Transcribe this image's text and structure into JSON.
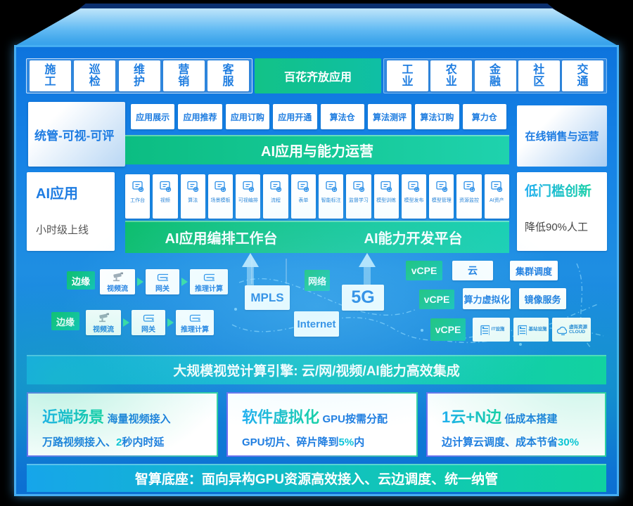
{
  "scene": {
    "top_apps": [
      "施工",
      "巡检",
      "维护",
      "营销",
      "客服"
    ],
    "bloom_label": "百花齐放应用",
    "industries": [
      "工业",
      "农业",
      "金融",
      "社区",
      "交通"
    ],
    "govern_label": "统管-可视-可评",
    "services": [
      "应用展示",
      "应用推荐",
      "应用订购",
      "应用开通",
      "算法仓",
      "算法测评",
      "算法订购",
      "算力仓"
    ],
    "ops_bar": "AI应用与能力运营",
    "online_sales": "在线销售与运营",
    "ai_app": {
      "title": "AI应用",
      "sub": "小时级上线"
    },
    "low_threshold": {
      "title": "低门槛创新",
      "sub": "降低90%人工"
    },
    "tools": [
      "工作台",
      "视频",
      "算法",
      "场景模板",
      "可视编排",
      "流程",
      "表单",
      "智能标注",
      "监督学习",
      "模型训练",
      "模型发布",
      "模型管理",
      "资源监控",
      "AI资产"
    ],
    "workbench_bar": "AI应用编排工作台",
    "dev_bar": "AI能力开发平台",
    "edge": {
      "label": "边缘",
      "chain": [
        "视频流",
        "网关",
        "推理计算"
      ]
    },
    "network": {
      "label": "网络",
      "mpls": "MPLS",
      "fiveg": "5G",
      "internet": "Internet"
    },
    "cloud_side": {
      "vcpe": "vCPE",
      "cloud": "云",
      "cluster": "集群调度",
      "virt": "算力虚拟化",
      "mirror": "镜像服务",
      "infra": [
        {
          "label": "IT设施",
          "sub": ""
        },
        {
          "label": "基站设施",
          "sub": ""
        },
        {
          "label": "虚拟资源",
          "sub": "CLOUD"
        }
      ]
    },
    "engine_bar": "大规模视觉计算引擎: 云/网/视频/AI能力高效集成",
    "benefits": [
      {
        "headline": "近端场景",
        "headline_sub": "海量视频接入",
        "line_pre": "万路视频接入、",
        "line_highlight": "2",
        "line_post": "秒内时延"
      },
      {
        "headline": "软件虚拟化",
        "headline_sub": "GPU按需分配",
        "line_pre": "GPU切片、碎片降到",
        "line_highlight": "5%",
        "line_post": "内"
      },
      {
        "headline": "1云+N边",
        "headline_sub": "低成本搭建",
        "line_pre": "边计算云调度、成本节省",
        "line_highlight": "30%",
        "line_post": ""
      }
    ],
    "base_bar": "智算底座：面向异构GPU资源高效接入、云边调度、统一纳管",
    "colors": {
      "accent_blue": "#1f7de0",
      "accent_green": "#12c28e",
      "bar_blue": "#16a5ea",
      "bar_green": "#0fd2a0",
      "highlight_cyan": "#0cc4d8"
    }
  }
}
